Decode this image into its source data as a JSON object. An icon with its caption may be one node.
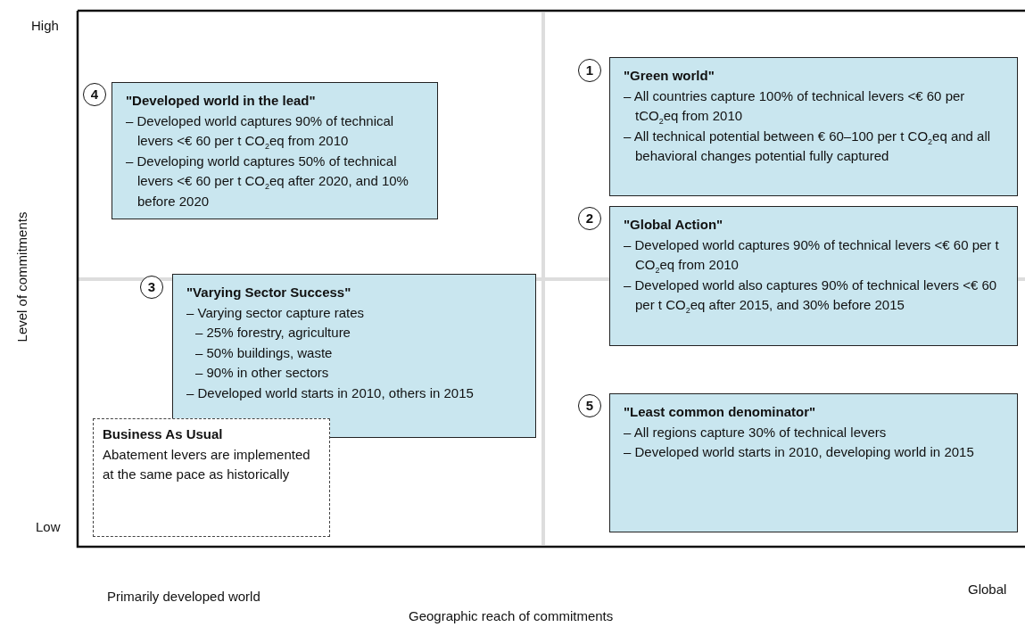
{
  "diagram": {
    "nodes": [
      {
        "text": [
          "\"Developed world in the lead\"",
          "– Developed world captures 90% of technical levers <€ 60 per t CO$_{2}$eq from 2010",
          "– Developing world captures 50% of technical levers <€ 60 per t CO$_{2}$eq after 2020, and 10% before 2020"
        ],
        "beside": [
          "4"
        ]
      },
      {
        "text": [
          "\"Green world\"",
          "– All countries capture 100% of technical levers <€ 60 per tCO$_{2}$eq from 2010",
          "– All technical potential between € 60–100 per t CO$_{2}$eq and all behavioral changes potential fully captured"
        ],
        "beside": [
          "1"
        ]
      },
      {
        "text": [
          "\"Global Action\"",
          "– Developed world captures 90% of technical levers <€ 60 per t CO$_{2}$eq from 2010",
          "– Developed world also captures 90% of technical levers <€ 60 per t CO$_{2}$eq after 2015, and 30% before 2015"
        ],
        "beside": [
          "2"
        ]
      },
      {
        "text": [
          "\"Varying Sector Success\"",
          "– Varying sector capture rates",
          "– 25% forestry, agriculture",
          "– 50% buildings, waste",
          "– 90% in other sectors",
          "– Developed world starts in 2010, others in 2015"
        ],
        "beside": [
          "3"
        ]
      },
      {
        "text": [
          "\"Least common denominator\"",
          "– All regions capture 30% of technical levers",
          "– Developed world starts in 2010, developing world in 2015"
        ],
        "beside": [
          "5"
        ]
      },
      {
        "text": [
          "Business As Usual",
          "Abatement levers are implemented at the same pace as historically"
        ]
      }
    ],
    "labels": [
      "High",
      "Level of commitments",
      "Low",
      "Primarily developed world",
      "Global",
      "Geographic reach of commitments"
    ]
  }
}
